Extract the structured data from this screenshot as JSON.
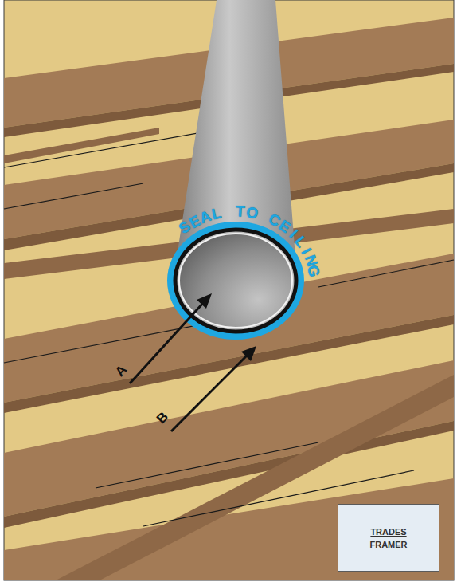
{
  "diagram": {
    "nodes": [
      {
        "text": [
          "TRADES",
          "FRAMER"
        ]
      }
    ],
    "labels": [
      "SEAL TO CEILING",
      "A",
      "B"
    ]
  }
}
